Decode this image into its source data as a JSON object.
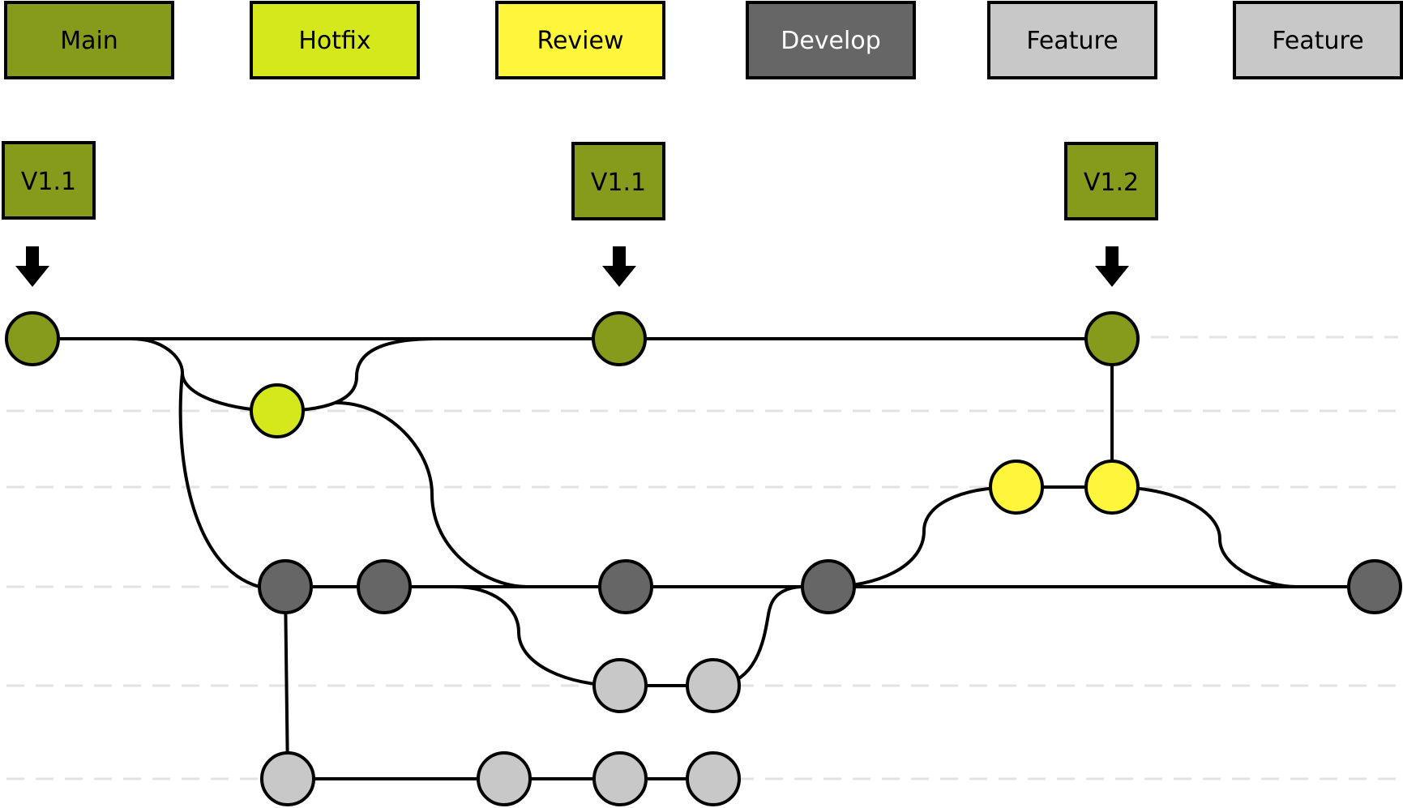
{
  "colors": {
    "main": "#869A1C",
    "hotfix": "#D4E81C",
    "review": "#FFF53A",
    "develop": "#666666",
    "feature": "#C8C8C8",
    "outline": "#000000",
    "dashed_guide": "#E3E3E3",
    "text_dark": "#000000",
    "text_light": "#FFFFFF"
  },
  "branches": [
    {
      "name": "Main",
      "color_key": "main",
      "text": "dark"
    },
    {
      "name": "Hotfix",
      "color_key": "hotfix",
      "text": "dark"
    },
    {
      "name": "Review",
      "color_key": "review",
      "text": "dark"
    },
    {
      "name": "Develop",
      "color_key": "develop",
      "text": "light"
    },
    {
      "name": "Feature",
      "color_key": "feature",
      "text": "dark"
    },
    {
      "name": "Feature",
      "color_key": "feature",
      "text": "dark"
    }
  ],
  "versions": [
    "V1.1",
    "V1.1",
    "V1.2"
  ],
  "icons": {
    "version_arrow": "arrow-down-icon"
  }
}
